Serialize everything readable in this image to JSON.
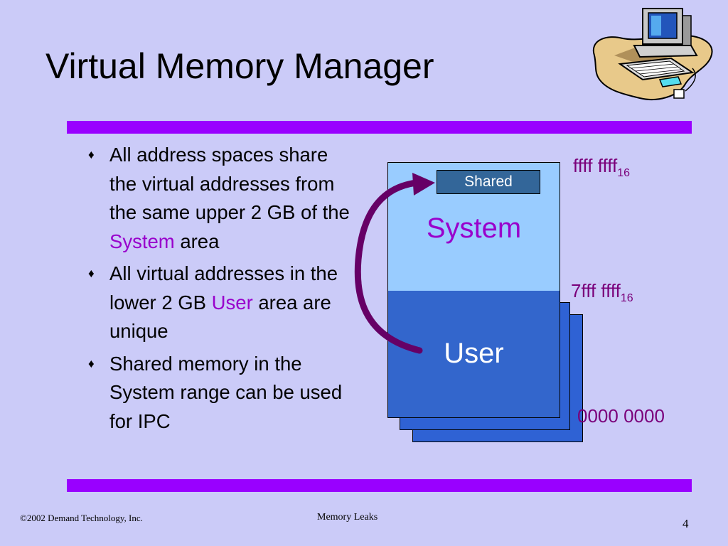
{
  "slide": {
    "title": "Virtual Memory Manager",
    "bullets": [
      {
        "parts": [
          {
            "text": "All address spaces share the virtual addresses from the same upper 2 GB of the "
          },
          {
            "text": "System",
            "highlight": true
          },
          {
            "text": " area"
          }
        ]
      },
      {
        "parts": [
          {
            "text": "All virtual addresses in the lower 2 GB "
          },
          {
            "text": "User",
            "highlight": true
          },
          {
            "text": " area are unique"
          }
        ]
      },
      {
        "parts": [
          {
            "text": "Shared memory in the System range can be used for IPC"
          }
        ]
      }
    ]
  },
  "diagram": {
    "shared_label": "Shared",
    "system_label": "System",
    "user_label": "User",
    "addr_top": "ffff ffff",
    "addr_top_sub": "16",
    "addr_mid": "7fff ffff",
    "addr_mid_sub": "16",
    "addr_bottom": "0000 0000"
  },
  "footer": {
    "copyright": "©2002 Demand Technology, Inc.",
    "center": "Memory Leaks",
    "page": "4"
  },
  "colors": {
    "background": "#cbcbf8",
    "rule": "#9900ff",
    "highlight": "#9900cc",
    "system_area": "#99ccff",
    "user_area": "#3366cc",
    "arrow": "#660066"
  },
  "icons": {
    "clipart": "computer-workstation-icon",
    "bullet": "diamond-bullet-icon"
  }
}
